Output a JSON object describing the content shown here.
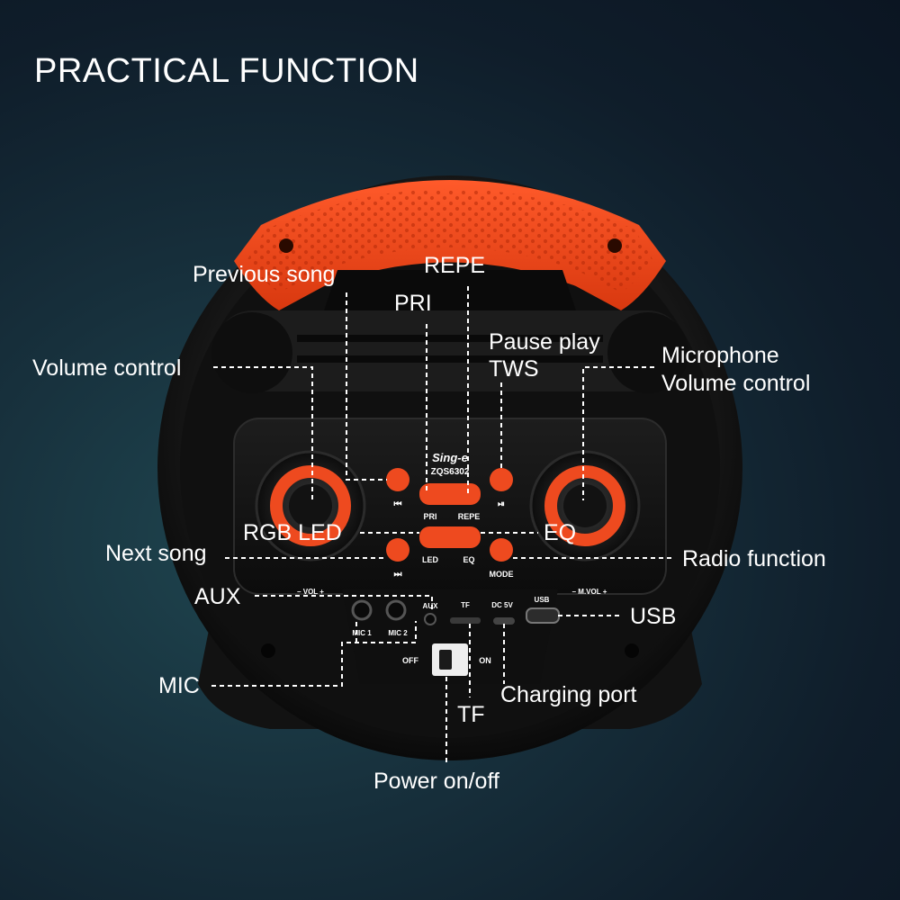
{
  "headline": "PRACTICAL FUNCTION",
  "colors": {
    "accent_orange": "#ee4a1f",
    "body_black": "#141414",
    "callout_white": "#ffffff"
  },
  "callouts": {
    "previous_song": "Previous song",
    "repe": "REPE",
    "pri": "PRI",
    "pause_play": "Pause play",
    "tws": "TWS",
    "volume_control": "Volume control",
    "microphone": "Microphone",
    "microphone_volume": "Volume control",
    "rgb_led": "RGB LED",
    "eq": "EQ",
    "next_song": "Next song",
    "radio_function": "Radio function",
    "aux": "AUX",
    "usb": "USB",
    "mic": "MIC",
    "charging_port": "Charging port",
    "tf": "TF",
    "power": "Power on/off"
  },
  "panel": {
    "brand": "Sing-e",
    "model": "ZQS6302",
    "btn_pri": "PRI",
    "btn_repe": "REPE",
    "btn_led": "LED",
    "btn_eq": "EQ",
    "btn_mode": "MODE",
    "vol_tag": "– VOL +",
    "mvol_tag": "– M.VOL +",
    "mic1": "MIC 1",
    "mic2": "MIC 2",
    "aux": "AUX",
    "tf": "TF",
    "dc": "DC 5V",
    "usb": "USB",
    "off": "OFF",
    "on": "ON"
  }
}
